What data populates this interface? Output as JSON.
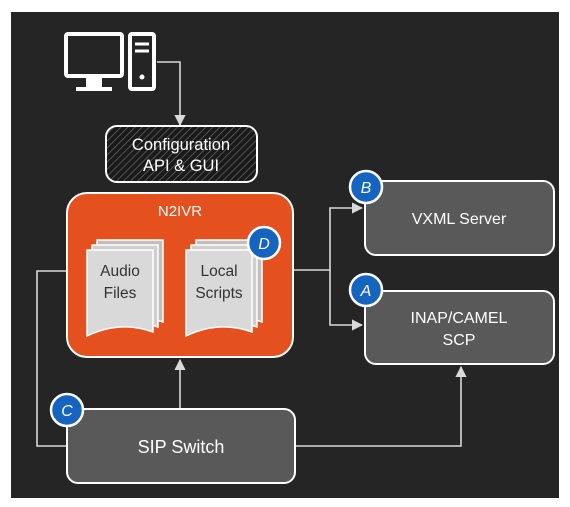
{
  "config_box": {
    "line1": "Configuration",
    "line2": "API & GUI"
  },
  "n2ivr": {
    "title": "N2IVR",
    "audio_files": {
      "line1": "Audio",
      "line2": "Files"
    },
    "local_scripts": {
      "line1": "Local",
      "line2": "Scripts"
    }
  },
  "vxml_server": {
    "label": "VXML Server"
  },
  "scp": {
    "line1": "INAP/CAMEL",
    "line2": "SCP"
  },
  "sip_switch": {
    "label": "SIP Switch"
  },
  "badges": {
    "a": "A",
    "b": "B",
    "c": "C",
    "d": "D"
  },
  "colors": {
    "background": "#252525",
    "box_fill": "#595959",
    "n2ivr_fill": "#e4501e",
    "badge_fill": "#1565c0",
    "outline": "#ffffff",
    "connector": "#d9d9d9"
  },
  "icons": [
    "desktop-monitor-icon",
    "pc-tower-icon"
  ]
}
